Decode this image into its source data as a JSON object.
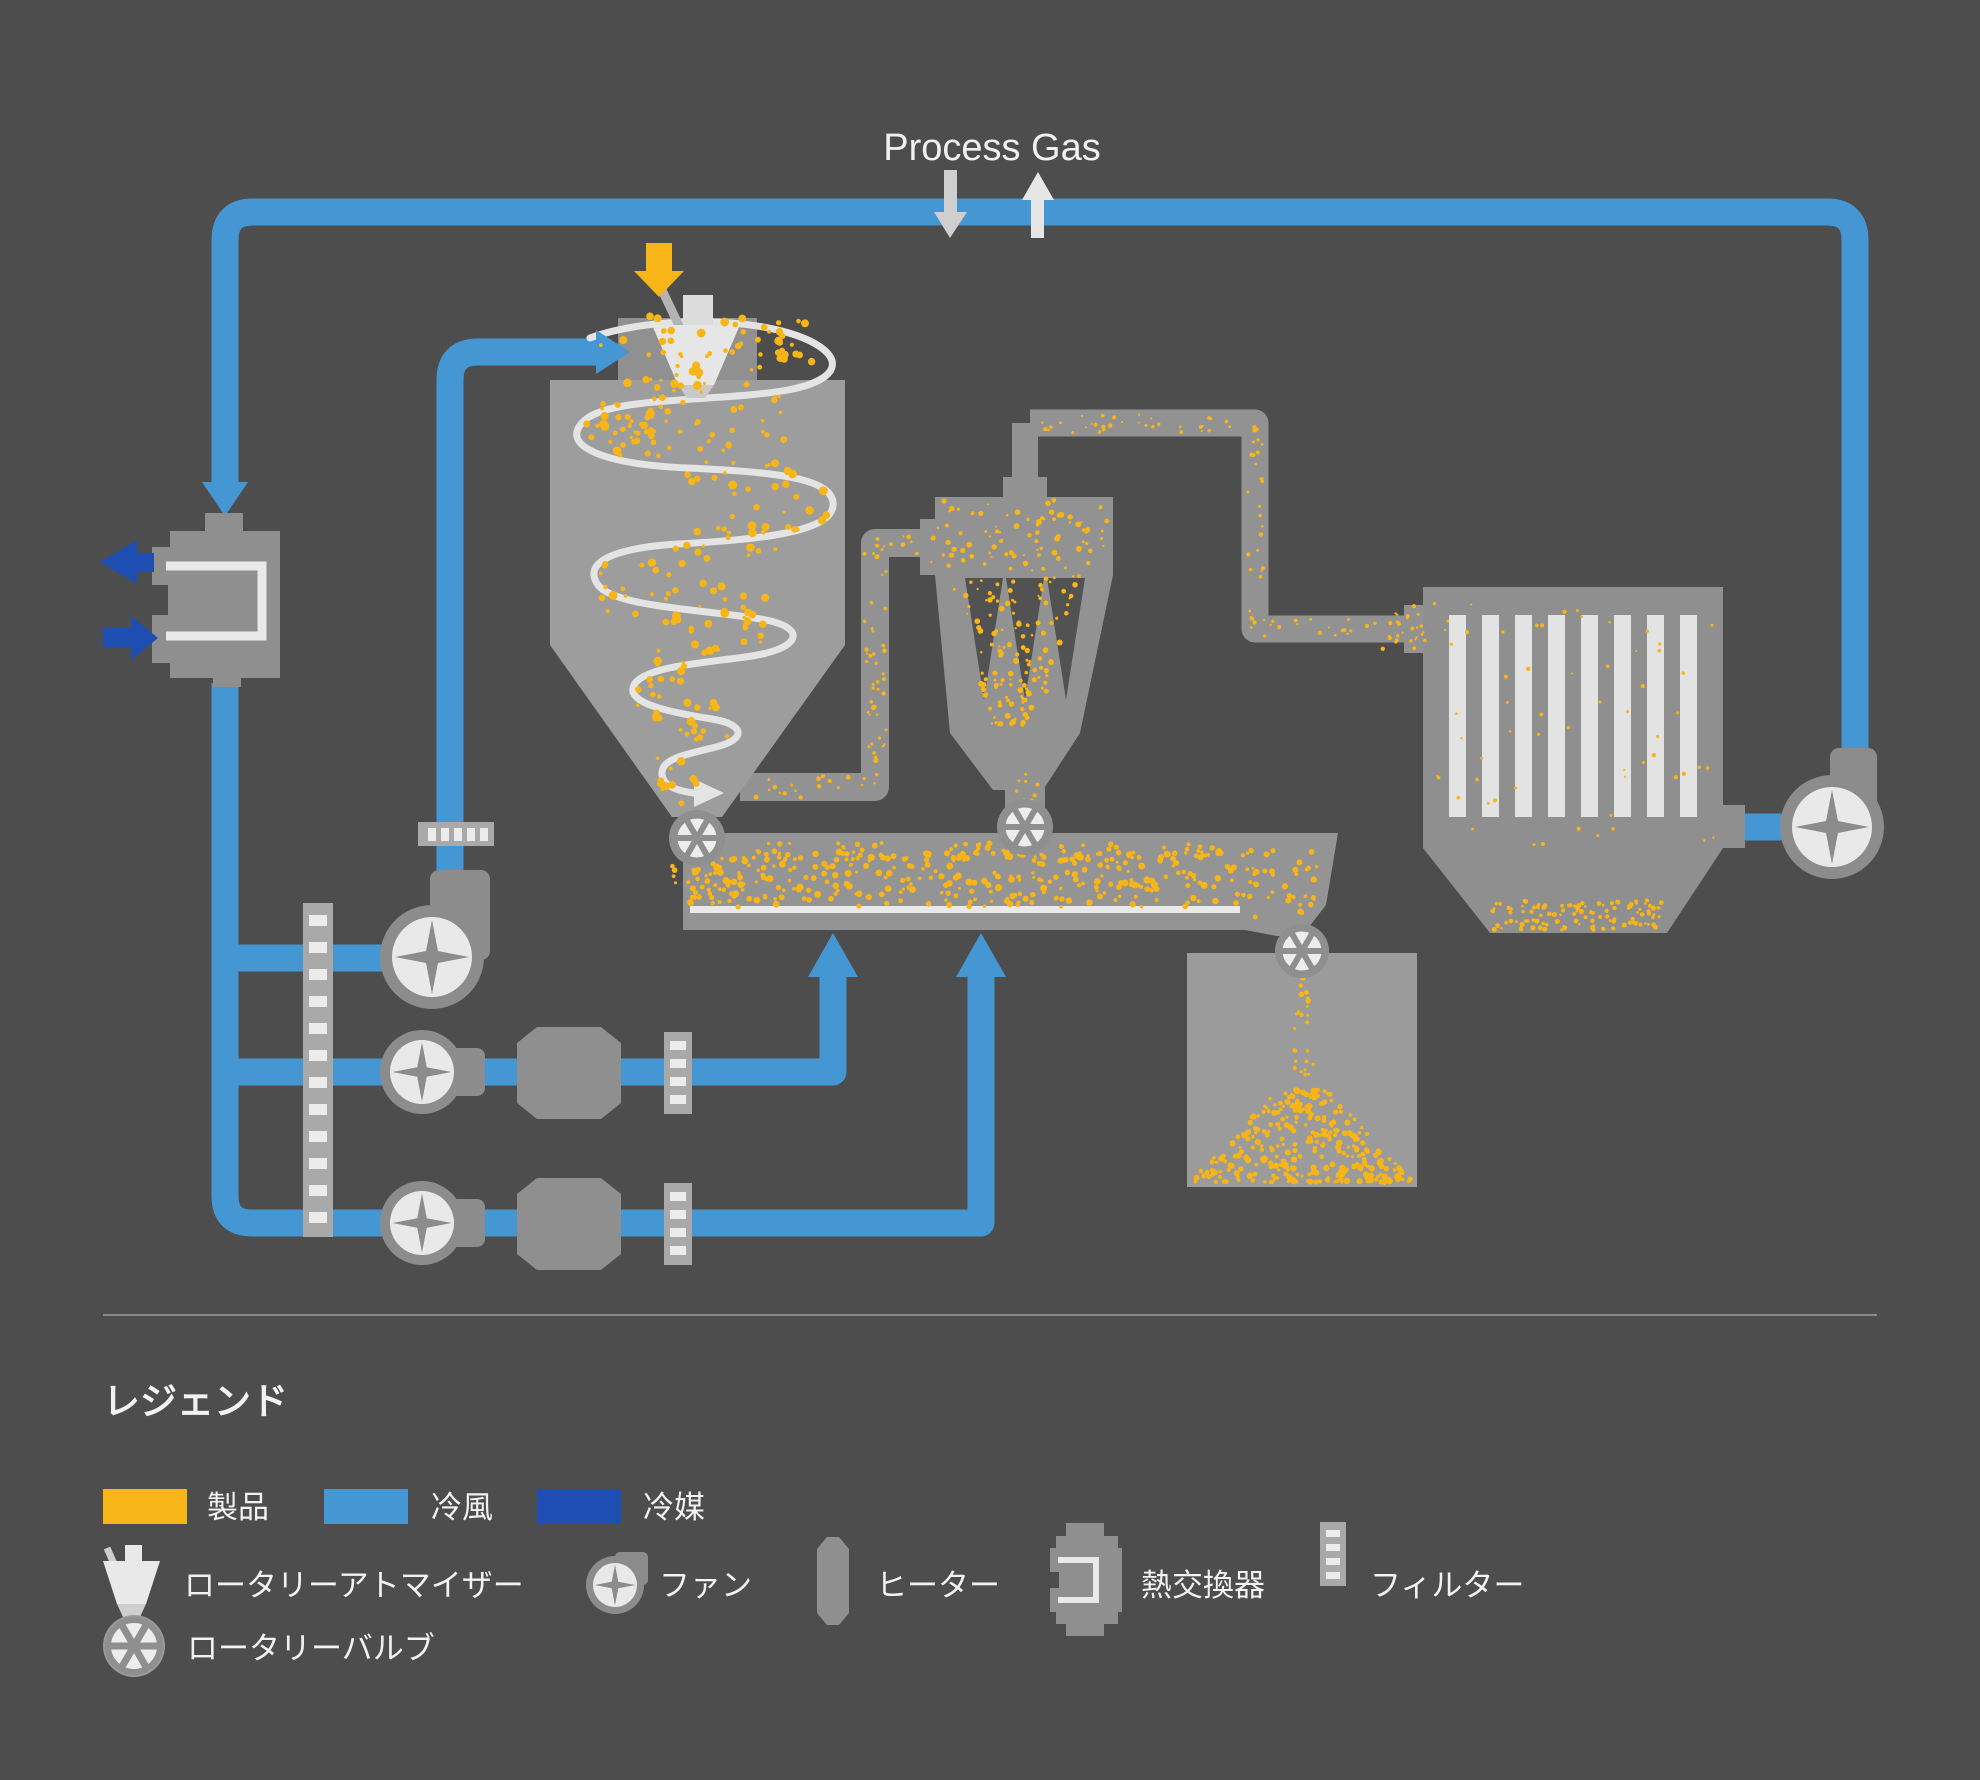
{
  "annotations": {
    "process_gas": "Process Gas"
  },
  "colors": {
    "product": "#f8b517",
    "cold_air": "#4497d3",
    "refrigerant": "#1f4eb2",
    "equipment": "#8f8f8f",
    "equipment_light": "#9d9d9d",
    "duct": "#929292",
    "white": "#e9e9e9",
    "text": "#f2f2f2"
  },
  "legend": {
    "title": "レジェンド",
    "flows": [
      {
        "label": "製品",
        "color": "#f8b517",
        "icon": "product-swatch"
      },
      {
        "label": "冷風",
        "color": "#4497d3",
        "icon": "cold-air-swatch"
      },
      {
        "label": "冷媒",
        "color": "#1f4eb2",
        "icon": "refrigerant-swatch"
      }
    ],
    "equipment": [
      {
        "label": "ロータリーアトマイザー",
        "icon": "rotary-atomizer-icon"
      },
      {
        "label": "ファン",
        "icon": "fan-icon"
      },
      {
        "label": "ヒーター",
        "icon": "heater-icon"
      },
      {
        "label": "熱交換器",
        "icon": "heat-exchanger-icon"
      },
      {
        "label": "フィルター",
        "icon": "filter-icon"
      },
      {
        "label": "ロータリーバルブ",
        "icon": "rotary-valve-icon"
      }
    ]
  }
}
